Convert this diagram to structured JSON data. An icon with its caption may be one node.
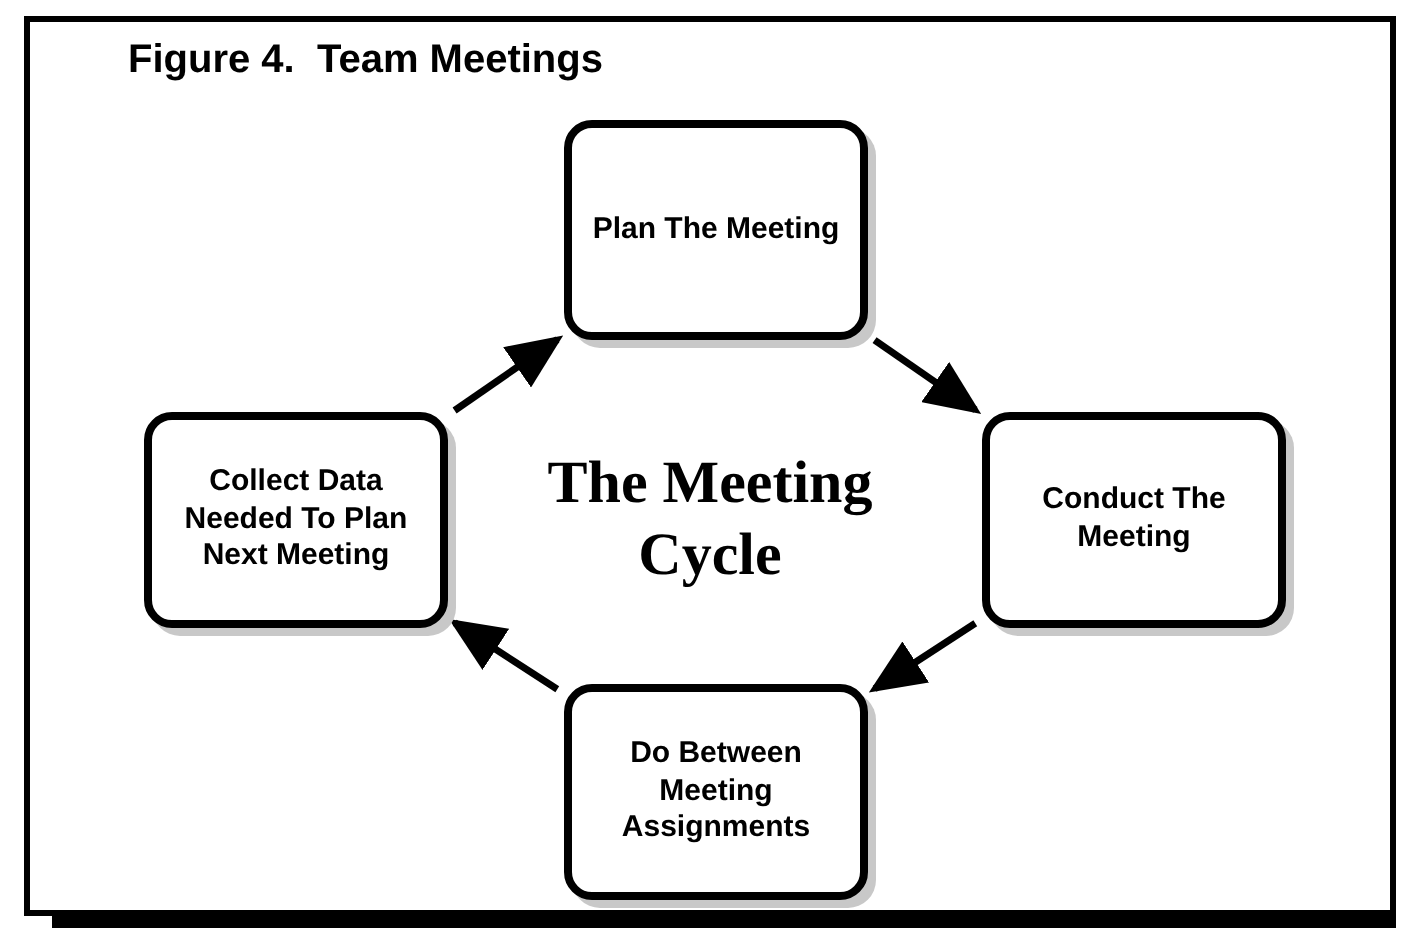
{
  "diagram": {
    "title": "Figure 4.  Team Meetings",
    "nodes": [
      {
        "text": [
          "Plan The Meeting"
        ]
      },
      {
        "text": [
          "Conduct The Meeting"
        ]
      },
      {
        "text": [
          "Do Between Meeting Assignments"
        ]
      },
      {
        "text": [
          "Collect Data Needed To Plan Next Meeting"
        ]
      }
    ],
    "edges": [
      {
        "from": 3,
        "to": 0,
        "arrow": "to"
      },
      {
        "from": 0,
        "to": 1,
        "arrow": "to"
      },
      {
        "from": 1,
        "to": 2,
        "arrow": "to"
      },
      {
        "from": 2,
        "to": 3,
        "arrow": "to"
      }
    ],
    "labels": [
      "The Meeting Cycle"
    ]
  }
}
